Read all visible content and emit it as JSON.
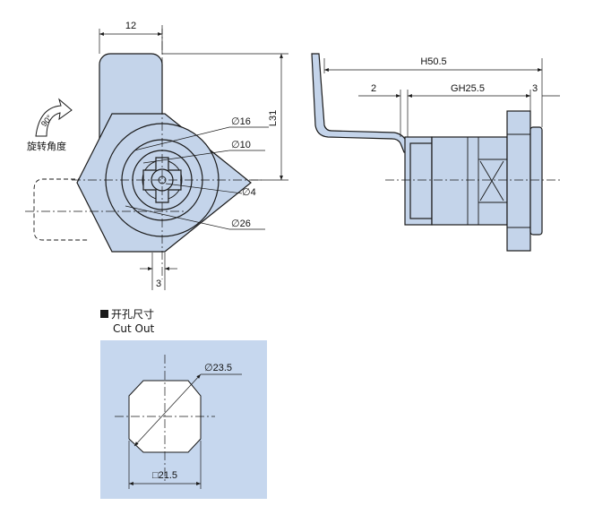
{
  "front_view": {
    "width_dim": "12",
    "height_dim": "L31",
    "hole_dim": "3",
    "diameters": {
      "d16": "∅16",
      "d10": "∅10",
      "d4": "∅4",
      "d26": "∅26"
    },
    "rotation_angle": "90°",
    "rotation_label": "旋转角度"
  },
  "side_view": {
    "total_length": "H50.5",
    "offset_dim": "2",
    "grip_length": "GH25.5",
    "flange_dim": "3"
  },
  "cutout": {
    "title_cn": "开孔尺寸",
    "title_en": "Cut Out",
    "diameter": "∅23.5",
    "flat": "□21.5",
    "colors": {
      "panel": "#c6d7ee",
      "hole": "#ffffff"
    }
  },
  "colors": {
    "part_fill": "#c4d4ea",
    "stroke": "#1a1a1a"
  }
}
